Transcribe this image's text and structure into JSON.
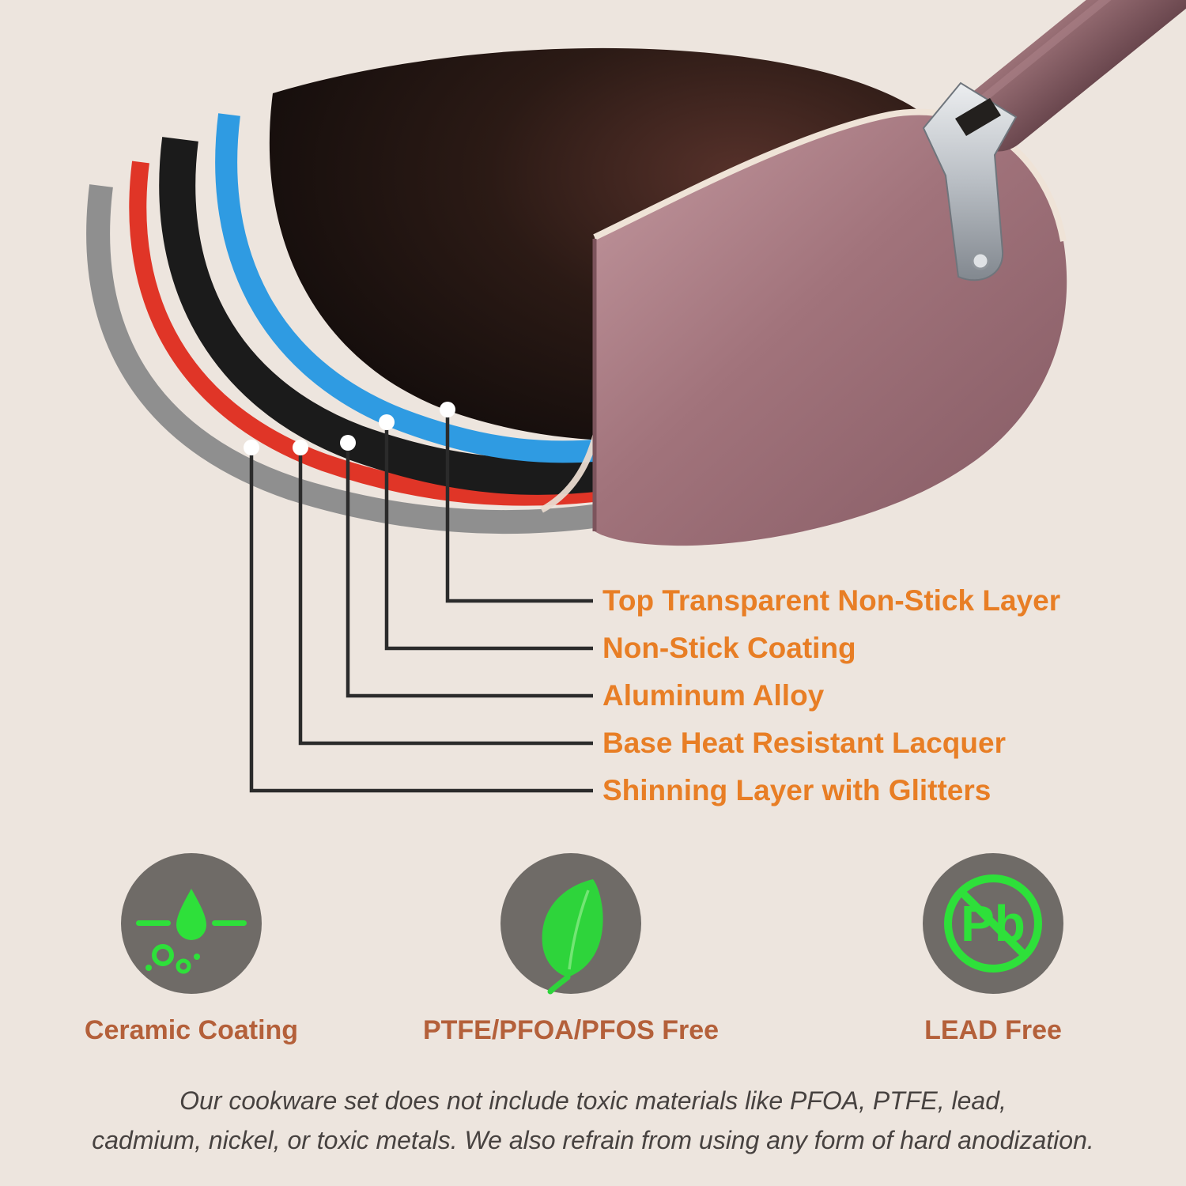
{
  "callouts": [
    {
      "label": "Top Transparent Non-Stick Layer"
    },
    {
      "label": "Non-Stick Coating"
    },
    {
      "label": "Aluminum Alloy"
    },
    {
      "label": "Base Heat Resistant Lacquer"
    },
    {
      "label": "Shinning Layer with Glitters"
    }
  ],
  "features": [
    {
      "icon": "ceramic-drop-icon",
      "label": "Ceramic Coating"
    },
    {
      "icon": "leaf-icon",
      "label": "PTFE/PFOA/PFOS Free"
    },
    {
      "icon": "no-lead-icon",
      "label": "LEAD Free",
      "icon_text": "Pb"
    }
  ],
  "disclaimer": {
    "line1": "Our cookware set does not include toxic materials like PFOA, PTFE, lead,",
    "line2": "cadmium, nickel, or toxic metals. We also refrain from using any form of hard anodization."
  },
  "colors": {
    "background": "#ede5de",
    "callout_text": "#e87e25",
    "feature_text": "#b4603a",
    "icon_green": "#2ee03a",
    "icon_circle_gray": "#6f6b67",
    "pan_body": "#a1737b",
    "pan_handle": "#7d555c",
    "layer_gray": "#8f8f8f",
    "layer_red": "#e03527",
    "layer_dark": "#1b1b1b",
    "layer_blue": "#2f9be2"
  }
}
